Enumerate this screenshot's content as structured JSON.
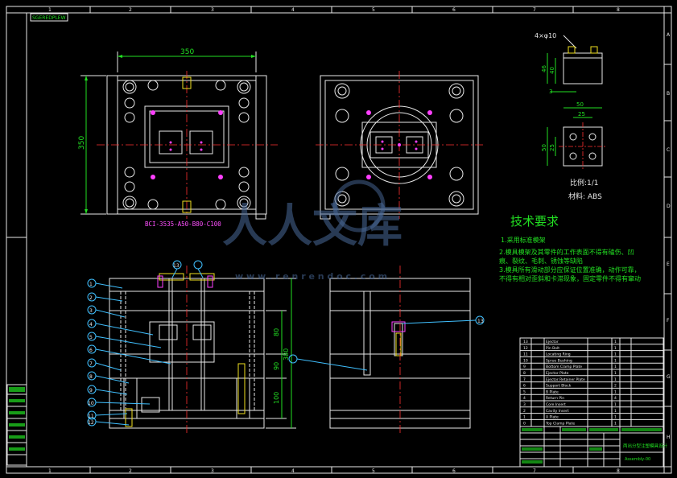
{
  "frame": {
    "top_tag": "SGEREDPLEW",
    "col_numbers": [
      "1",
      "2",
      "3",
      "4",
      "5",
      "6",
      "7",
      "8"
    ],
    "row_letters": [
      "A",
      "B",
      "C",
      "D",
      "E",
      "F",
      "G",
      "H"
    ]
  },
  "top_view": {
    "dim_width": "350",
    "dim_height": "350",
    "mold_base_code": "BCI-3535-A50-B80-C100"
  },
  "insert_view": {
    "hole_label": "4×φ10",
    "dim_46": "46",
    "dim_40": "40",
    "dim_3": "3",
    "dim_50_top": "50",
    "dim_25_top": "25",
    "dim_50_side": "50",
    "dim_25_side": "25",
    "scale_text": "比例:1/1",
    "material_text": "材料: ABS"
  },
  "tech_requirements": {
    "title": "技术要求",
    "items": [
      "1.采用标准模架",
      "2.模具模架及其零件的工作表面不得有磕伤、凹痕、裂纹、毛刺、锈蚀等缺陷",
      "3.模具所有滑动部分应保证位置准确，动作可靠，不得有相对歪斜和卡滞现象，固定零件不得有窜动"
    ]
  },
  "section_view": {
    "dim_80": "80",
    "dim_90": "90",
    "dim_100": "100",
    "dim_380": "380",
    "balloons": [
      "1",
      "2",
      "3",
      "4",
      "5",
      "6",
      "7",
      "8",
      "9",
      "10",
      "11",
      "12",
      "13"
    ]
  },
  "bom": {
    "rows": [
      {
        "no": "13",
        "name": "Ejector",
        "qty": "1"
      },
      {
        "no": "12",
        "name": "Pin Bolt",
        "qty": "1"
      },
      {
        "no": "11",
        "name": "Locating Ring",
        "qty": "1"
      },
      {
        "no": "10",
        "name": "Sprue Bushing",
        "qty": "1"
      },
      {
        "no": "9",
        "name": "Bottom Clamp Plate",
        "qty": "1"
      },
      {
        "no": "8",
        "name": "Ejector Plate",
        "qty": "1"
      },
      {
        "no": "7",
        "name": "Ejector Retainer Plate",
        "qty": "1"
      },
      {
        "no": "6",
        "name": "Support Block",
        "qty": "2"
      },
      {
        "no": "5",
        "name": "B Plate",
        "qty": "1"
      },
      {
        "no": "4",
        "name": "Return Pin",
        "qty": "4"
      },
      {
        "no": "3",
        "name": "Core Insert",
        "qty": "1"
      },
      {
        "no": "2",
        "name": "Cavity Insert",
        "qty": "1"
      },
      {
        "no": "1",
        "name": "A Plate",
        "qty": "1"
      },
      {
        "no": "0",
        "name": "Top Clamp Plate",
        "qty": "1"
      }
    ],
    "title_block_name": "两出分型注塑模具设计",
    "title_block_sub": "Assembly-00"
  },
  "watermark": {
    "brand": "人人文库",
    "url": "w w w . r e n r e n d o c . c o m"
  }
}
